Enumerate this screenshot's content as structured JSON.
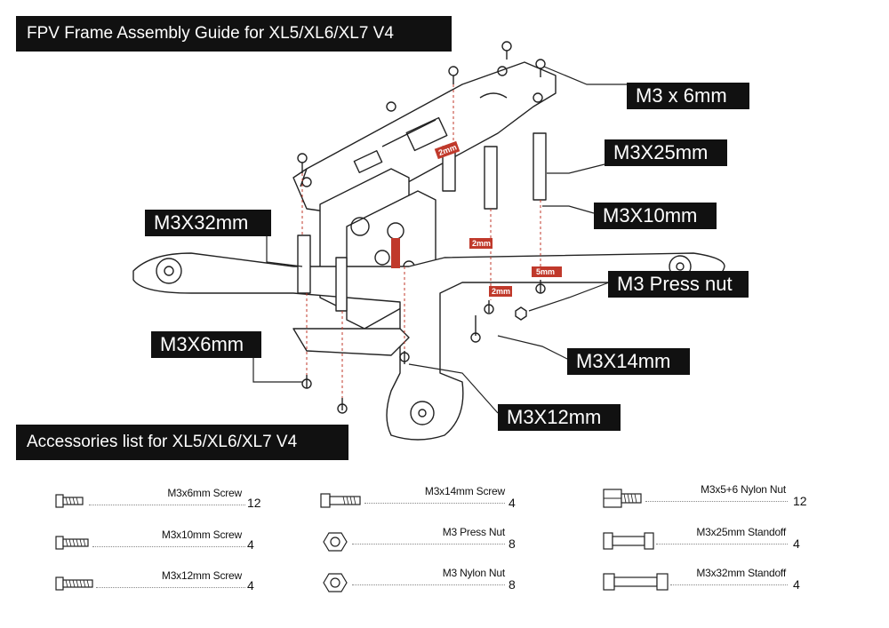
{
  "title": "FPV Frame Assembly Guide for XL5/XL6/XL7 V4",
  "accessories_title": "Accessories list for XL5/XL6/XL7  V4",
  "callouts": {
    "m3x6_top": "M3 x 6mm",
    "m3x25": "M3X25mm",
    "m3x10": "M3X10mm",
    "m3x32": "M3X32mm",
    "press_nut": "M3 Press nut",
    "m3x6_bottom": "M3X6mm",
    "m3x14": "M3X14mm",
    "m3x12": "M3X12mm"
  },
  "spacer_tags": {
    "tag_a": "2mm",
    "tag_b": "2mm",
    "tag_c": "2mm",
    "tag_d": "5mm"
  },
  "accessories": [
    {
      "name": "M3x6mm Screw",
      "qty": "12",
      "icon": "short-screw-icon"
    },
    {
      "name": "M3x10mm Screw",
      "qty": "4",
      "icon": "medium-screw-icon"
    },
    {
      "name": "M3x12mm Screw",
      "qty": "4",
      "icon": "long-screw-icon"
    },
    {
      "name": "M3x14mm Screw",
      "qty": "4",
      "icon": "longest-screw-icon"
    },
    {
      "name": "M3 Press Nut",
      "qty": "8",
      "icon": "press-nut-icon"
    },
    {
      "name": "M3 Nylon Nut",
      "qty": "8",
      "icon": "nylon-nut-icon"
    },
    {
      "name": "M3x5+6 Nylon Nut",
      "qty": "12",
      "icon": "nylon-standoff-icon"
    },
    {
      "name": "M3x25mm Standoff",
      "qty": "4",
      "icon": "standoff-25-icon"
    },
    {
      "name": "M3x32mm Standoff",
      "qty": "4",
      "icon": "standoff-32-icon"
    }
  ],
  "colors": {
    "banner": "#111111",
    "accent_red": "#c0392b",
    "line": "#222222"
  }
}
